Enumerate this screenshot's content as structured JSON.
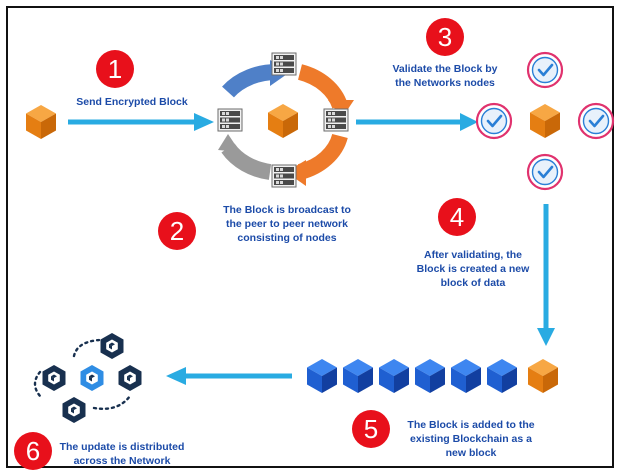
{
  "colors": {
    "accent_red": "#e8101b",
    "label_blue": "#1c4ba8",
    "arrow_blue": "#29abe2",
    "cube_orange": "#f28a1e",
    "cube_blue": "#1f5fd1",
    "check_pink": "#e0326e",
    "network_navy": "#18304f"
  },
  "steps": [
    {
      "number": "1",
      "lines": [
        "Send Encrypted Block"
      ]
    },
    {
      "number": "2",
      "lines": [
        "The Block is broadcast to",
        "the peer to peer network",
        "consisting of nodes"
      ]
    },
    {
      "number": "3",
      "lines": [
        "Validate the Block by",
        "the Networks nodes"
      ]
    },
    {
      "number": "4",
      "lines": [
        "After validating, the",
        "Block is created a new",
        "block of data"
      ]
    },
    {
      "number": "5",
      "lines": [
        "The Block is added to the",
        "existing Blockchain as a",
        "new block"
      ]
    },
    {
      "number": "6",
      "lines": [
        "The update is distributed",
        "across the Network"
      ]
    }
  ],
  "icons": {
    "block": "cube-icon",
    "server": "server-icon",
    "validator": "checkmark-circle-icon",
    "network": "network-icon",
    "cycle": "cycle-arrows-icon"
  }
}
